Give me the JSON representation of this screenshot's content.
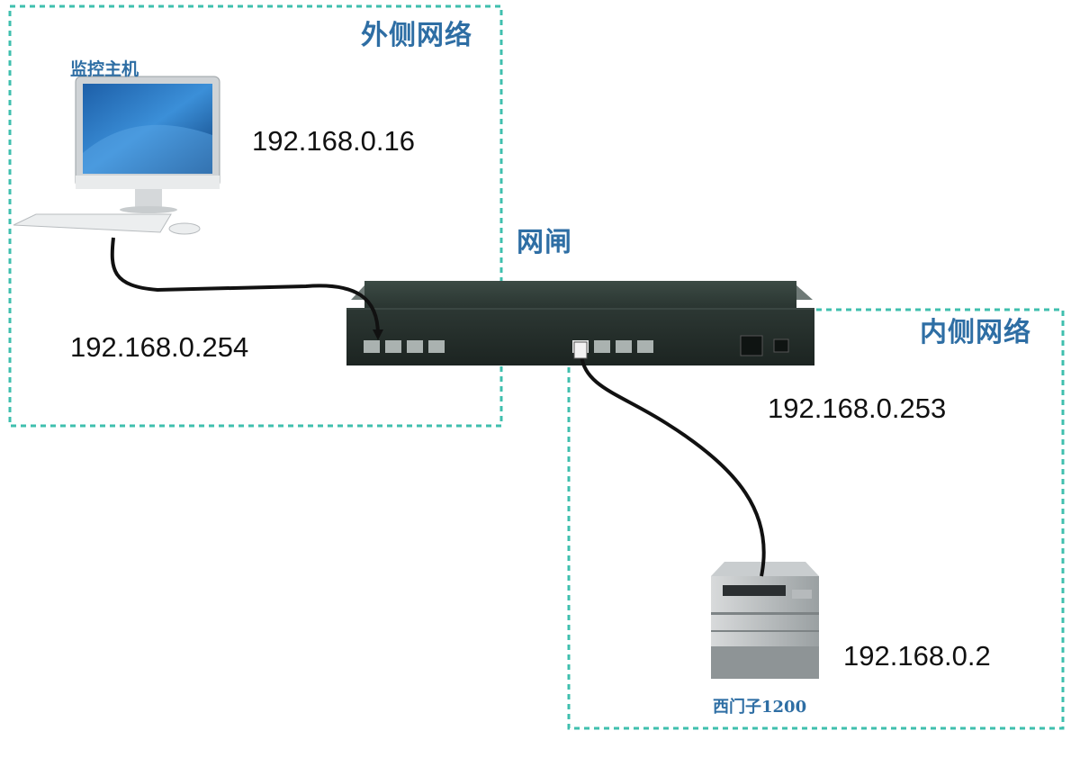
{
  "zones": {
    "outer": {
      "title": "外侧网络"
    },
    "inner": {
      "title": "内侧网络"
    }
  },
  "gateway": {
    "label": "网闸"
  },
  "devices": {
    "monitor_host": {
      "label": "监控主机",
      "icon": "desktop-computer-icon"
    },
    "plc": {
      "label": "西门子1200",
      "icon": "plc-controller-icon"
    }
  },
  "ips": {
    "host": "192.168.0.16",
    "gateway_outer": "192.168.0.254",
    "gateway_inner": "192.168.0.253",
    "plc": "192.168.0.2"
  },
  "colors": {
    "zone_border": "#3fbfae",
    "label": "#2e6ea4",
    "cable": "#111111"
  }
}
